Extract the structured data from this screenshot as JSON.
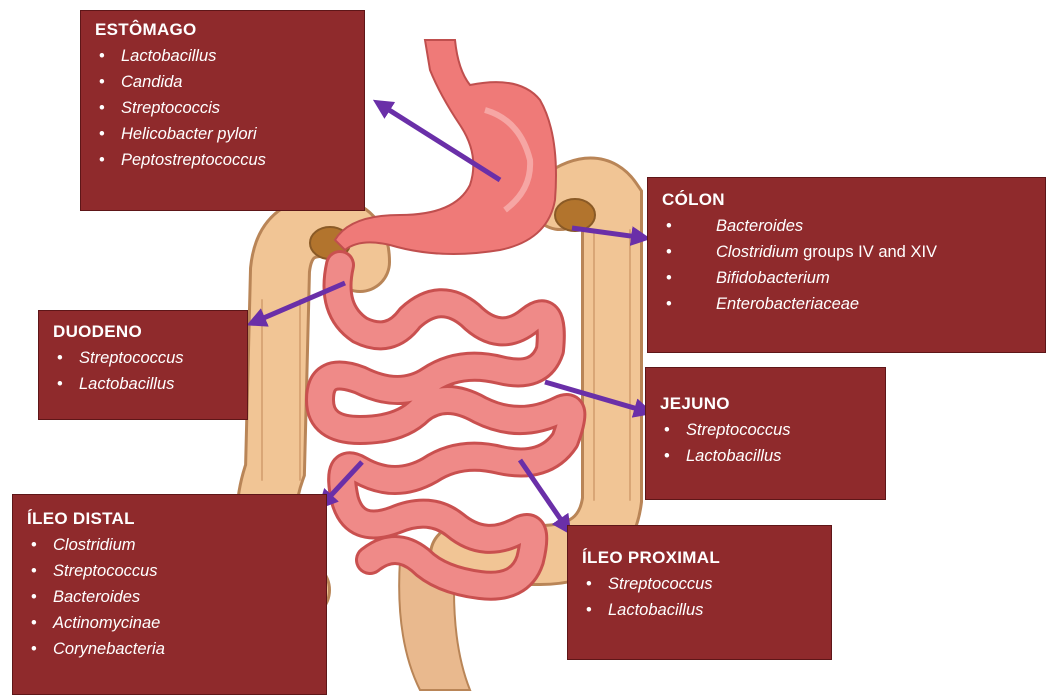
{
  "colors": {
    "box_fill": "#8f2a2c",
    "arrow": "#6a2fa8",
    "stomach": "#ef7a78",
    "colon": "#efc393",
    "small_intestine": "#ec8685"
  },
  "icons": [
    "stomach-illustration",
    "colon-illustration",
    "small-intestine-illustration",
    "arrow-icon"
  ],
  "stomach": {
    "title": "ESTÔMAGO",
    "items": [
      "Lactobacillus",
      "Candida",
      "Streptococcis",
      "Helicobacter pylori",
      "Peptostreptococcus"
    ]
  },
  "colon": {
    "title": "CÓLON",
    "items": [
      {
        "italic": "Bacteroides",
        "plain": ""
      },
      {
        "italic": "Clostridium",
        "plain": " groups IV and XIV"
      },
      {
        "italic": "Bifidobacterium",
        "plain": ""
      },
      {
        "italic": "Enterobacteriaceae",
        "plain": ""
      }
    ]
  },
  "duodenum": {
    "title": "DUODENO",
    "items": [
      "Streptococcus",
      "Lactobacillus"
    ]
  },
  "jejunum": {
    "title": "JEJUNO",
    "items": [
      "Streptococcus",
      "Lactobacillus"
    ]
  },
  "distal_ileum": {
    "title": "ÍLEO DISTAL",
    "items": [
      "Clostridium",
      "Streptococcus",
      "Bacteroides",
      "Actinomycinae",
      "Corynebacteria"
    ]
  },
  "proximal_ileum": {
    "title": "ÍLEO PROXIMAL",
    "items": [
      "Streptococcus",
      "Lactobacillus"
    ]
  }
}
